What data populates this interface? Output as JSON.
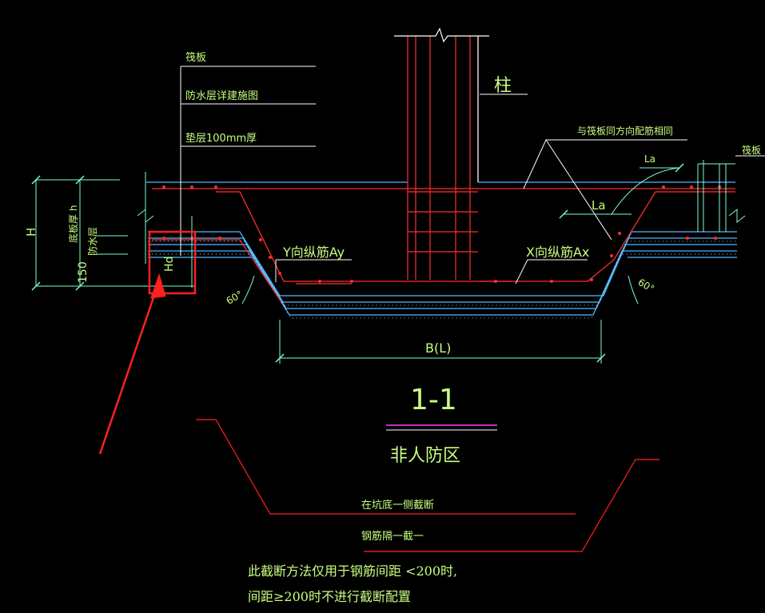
{
  "labels": {
    "raft": "筏板",
    "waterproof_detail": "防水层详建施图",
    "cushion": "垫层100mm厚",
    "column": "柱",
    "same_as_raft": "与筏板同方向配筋相同",
    "la_upper": "La",
    "la_lower": "La",
    "raft_right": "筏板",
    "y_bar": "Y向纵筋Ay",
    "x_bar": "X向纵筋Ax",
    "angle_left": "60°",
    "angle_right": "60°",
    "dim_h_total": "H",
    "dim_bottom_thk": "底板厚 h",
    "dim_waterproof": "防水层",
    "dim_150": "150",
    "dim_hd": "Hd",
    "dim_bl": "B(L)",
    "section_title": "1-1",
    "zone": "非人防区",
    "cut_at_pit": "在坑底一侧截断",
    "bar_alternate": "钢筋隔一截一",
    "note_line1": "此截断方法仅用于钢筋间距 <200时,",
    "note_line2": "间距≥200时不进行截断配置"
  },
  "colors": {
    "background": "#000000",
    "annotation": "#c8ff80",
    "leader": "#ffffff",
    "rebar": "#ff2d2d",
    "outline": "#4fb8ff",
    "dimension": "#7dffd0",
    "highlight": "#ff2020",
    "title_bar": "#ff40ff"
  }
}
